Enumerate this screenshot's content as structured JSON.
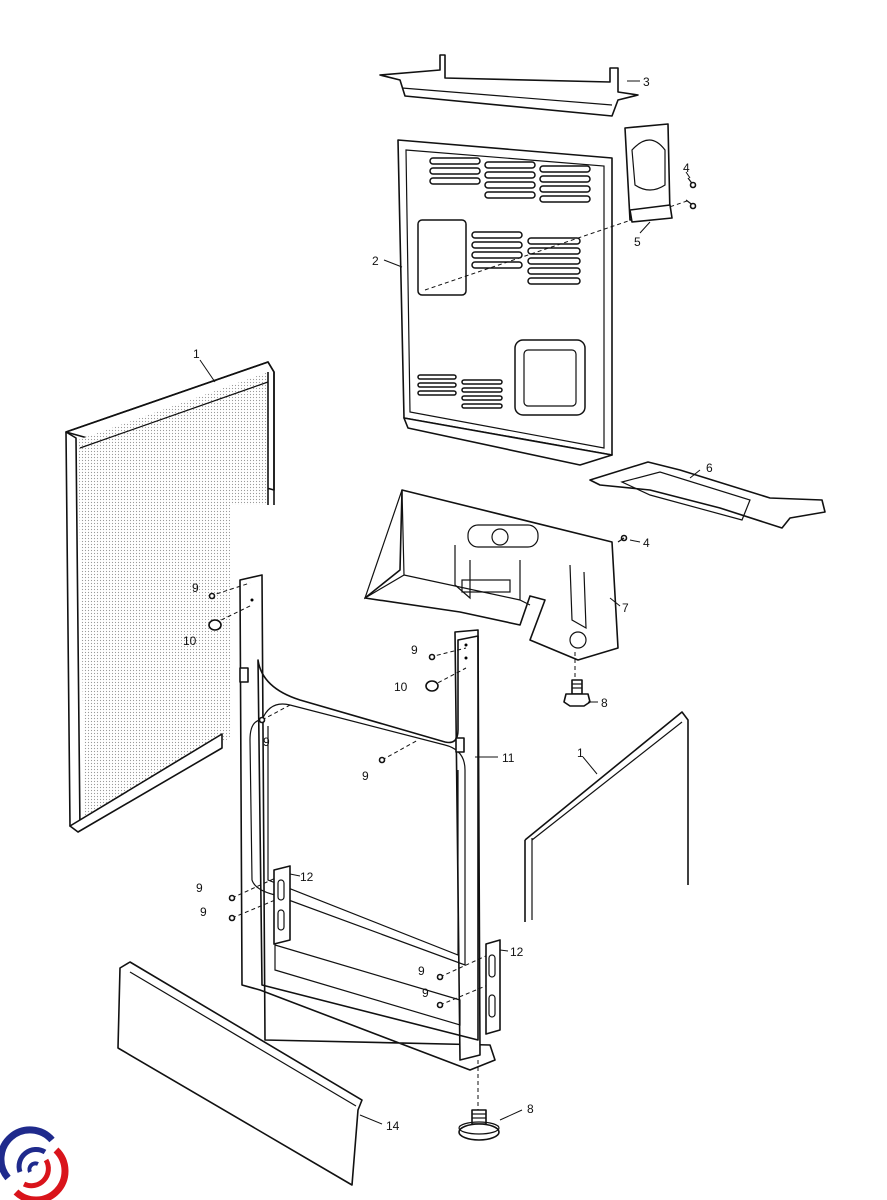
{
  "diagram": {
    "type": "exploded-parts-diagram",
    "callouts": {
      "side_panel_left": "1",
      "back_panel": "2",
      "top_bracket": "3",
      "screw_top": "4",
      "cover_bracket": "5",
      "bottom_plate": "6",
      "screw_mid": "4",
      "base_tray": "7",
      "leg_upper": "8",
      "screw_a": "9",
      "plug_a": "10",
      "screw_b": "9",
      "plug_b": "10",
      "screw_c": "9",
      "screw_d": "9",
      "frame": "11",
      "side_panel_right": "1",
      "hinge_left": "12",
      "screw_e": "9",
      "screw_f": "9",
      "hinge_right": "12",
      "screw_g": "9",
      "screw_h": "9",
      "leg_lower": "8",
      "kick_panel": "14"
    },
    "logo": {
      "colors": [
        "#1f2a8c",
        "#d9141b"
      ]
    }
  }
}
